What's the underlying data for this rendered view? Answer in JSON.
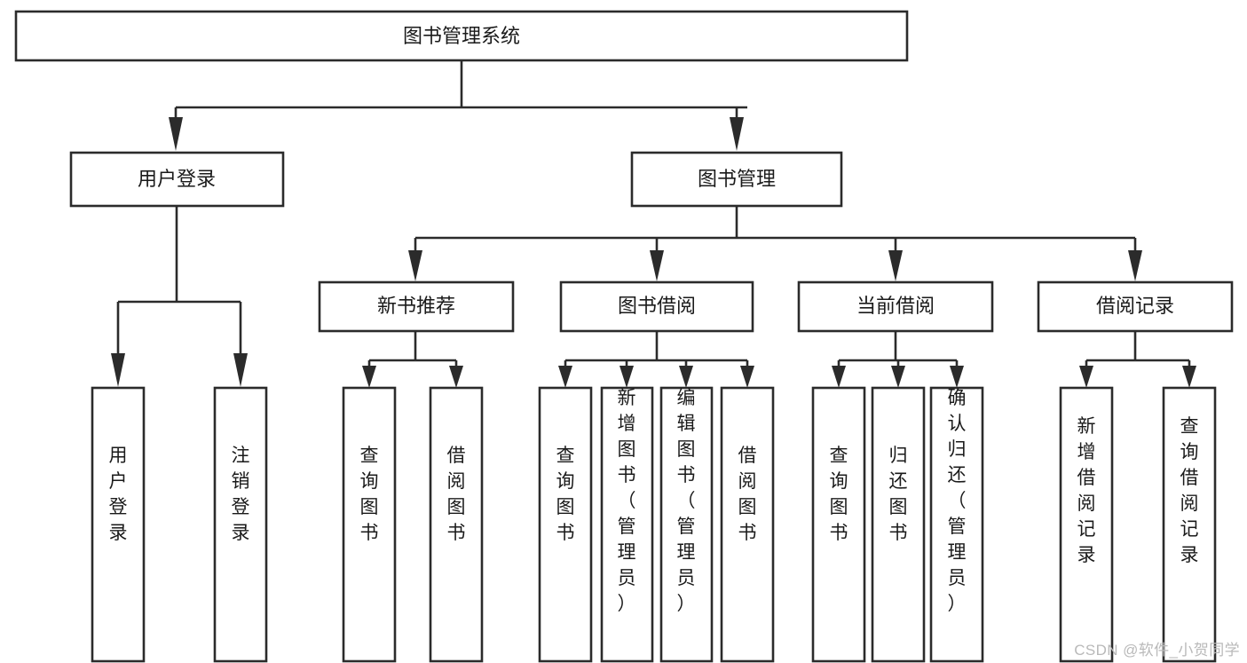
{
  "diagram": {
    "title": "图书管理系统",
    "type": "hierarchy-tree",
    "watermark": "CSDN @软件_小贺同学",
    "colors": {
      "box_stroke": "#2b2b2b",
      "box_fill": "#ffffff",
      "text": "#1a1a1a",
      "connector": "#2b2b2b",
      "background": "#ffffff",
      "watermark": "#b9b9b9"
    },
    "levels": {
      "root": {
        "label": "图书管理系统",
        "orientation": "horizontal"
      },
      "level2": [
        {
          "label": "用户登录",
          "orientation": "horizontal"
        },
        {
          "label": "图书管理",
          "orientation": "horizontal"
        }
      ],
      "level3": [
        {
          "label": "新书推荐",
          "orientation": "horizontal",
          "parent": "图书管理"
        },
        {
          "label": "图书借阅",
          "orientation": "horizontal",
          "parent": "图书管理"
        },
        {
          "label": "当前借阅",
          "orientation": "horizontal",
          "parent": "图书管理"
        },
        {
          "label": "借阅记录",
          "orientation": "horizontal",
          "parent": "图书管理"
        }
      ],
      "leaves": [
        {
          "label": "用户登录",
          "orientation": "vertical",
          "parent": "用户登录"
        },
        {
          "label": "注销登录",
          "orientation": "vertical",
          "parent": "用户登录"
        },
        {
          "label": "查询图书",
          "orientation": "vertical",
          "parent": "新书推荐"
        },
        {
          "label": "借阅图书",
          "orientation": "vertical",
          "parent": "新书推荐"
        },
        {
          "label": "查询图书",
          "orientation": "vertical",
          "parent": "图书借阅"
        },
        {
          "label": "新增图书（管理员）",
          "orientation": "vertical",
          "parent": "图书借阅"
        },
        {
          "label": "编辑图书（管理员）",
          "orientation": "vertical",
          "parent": "图书借阅"
        },
        {
          "label": "借阅图书",
          "orientation": "vertical",
          "parent": "图书借阅"
        },
        {
          "label": "查询图书",
          "orientation": "vertical",
          "parent": "当前借阅"
        },
        {
          "label": "归还图书",
          "orientation": "vertical",
          "parent": "当前借阅"
        },
        {
          "label": "确认归还（管理员）",
          "orientation": "vertical",
          "parent": "当前借阅"
        },
        {
          "label": "新增借阅记录",
          "orientation": "vertical",
          "parent": "借阅记录"
        },
        {
          "label": "查询借阅记录",
          "orientation": "vertical",
          "parent": "借阅记录"
        }
      ]
    },
    "nodes": {
      "root": "图书管理系统",
      "user_login": "用户登录",
      "book_manage": "图书管理",
      "new_book_rec": "新书推荐",
      "book_borrow": "图书借阅",
      "current_borrow": "当前借阅",
      "borrow_record": "借阅记录",
      "leaf_user_login": "用户登录",
      "leaf_logout": "注销登录",
      "leaf_query_book_1": "查询图书",
      "leaf_borrow_book_1": "借阅图书",
      "leaf_query_book_2": "查询图书",
      "leaf_add_book": "新增图书（管理员）",
      "leaf_edit_book": "编辑图书（管理员）",
      "leaf_borrow_book_2": "借阅图书",
      "leaf_query_book_3": "查询图书",
      "leaf_return_book": "归还图书",
      "leaf_confirm_return": "确认归还（管理员）",
      "leaf_add_record": "新增借阅记录",
      "leaf_query_record": "查询借阅记录"
    }
  }
}
